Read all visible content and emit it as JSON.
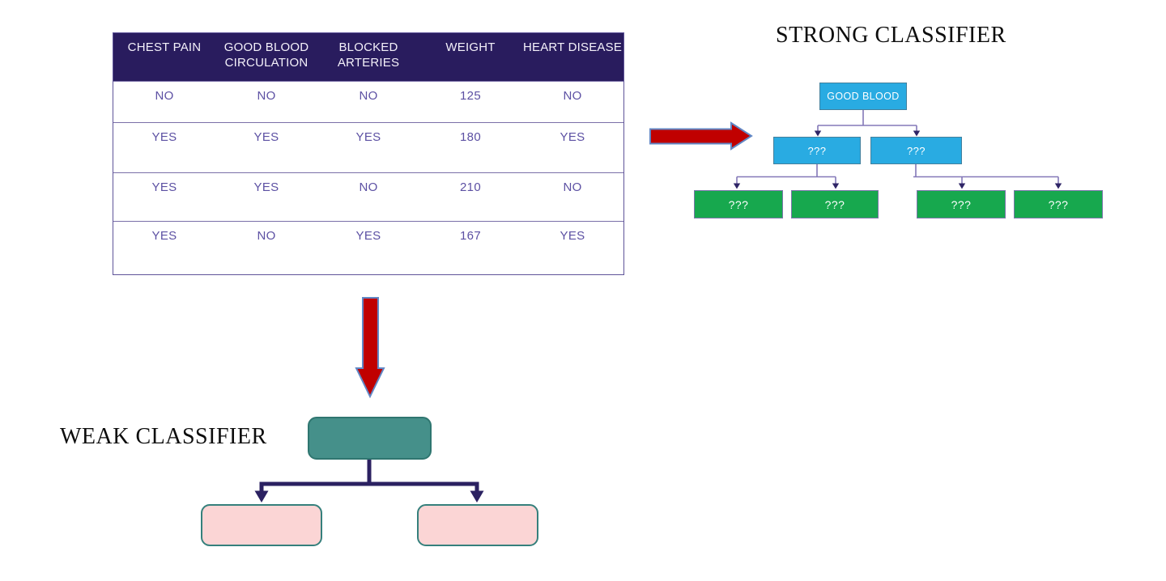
{
  "titles": {
    "strong_classifier": "STRONG CLASSIFIER",
    "weak_classifier": "WEAK CLASSIFIER"
  },
  "table": {
    "headers": [
      "CHEST PAIN",
      "GOOD BLOOD CIRCULATION",
      "BLOCKED ARTERIES",
      "WEIGHT",
      "HEART DISEASE"
    ],
    "rows": [
      [
        "NO",
        "NO",
        "NO",
        "125",
        "NO"
      ],
      [
        "YES",
        "YES",
        "YES",
        "180",
        "YES"
      ],
      [
        "YES",
        "YES",
        "NO",
        "210",
        "NO"
      ],
      [
        "YES",
        "NO",
        "YES",
        "167",
        "YES"
      ]
    ]
  },
  "strong_tree": {
    "root_label": "GOOD BLOOD",
    "level2_labels": [
      "???",
      "???"
    ],
    "leaf_labels": [
      "???",
      "???",
      "???",
      "???"
    ]
  },
  "weak_tree": {
    "root_label": "",
    "leaf_labels": [
      "",
      ""
    ]
  },
  "colors": {
    "table_header_bg": "#291c5e",
    "table_text": "#5c50a3",
    "table_border": "#7a6fa8",
    "blue_node": "#29abe2",
    "green_node": "#17a84e",
    "teal_node": "#45908a",
    "pink_node": "#fbd5d5",
    "pink_node_border": "#35807c",
    "tree_connector": "#8478b8",
    "tree_arrowhead": "#2f2566",
    "weak_connector": "#2b2161",
    "arrow_red": "#c00000",
    "arrow_outline": "#6187c5"
  }
}
